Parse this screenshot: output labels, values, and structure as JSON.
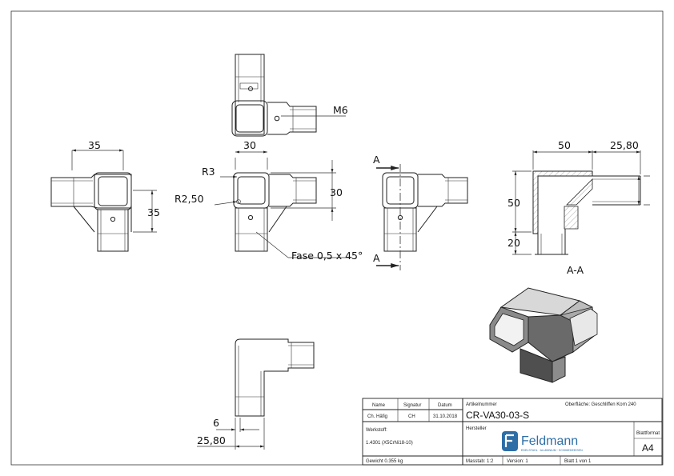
{
  "dimensions": {
    "m6": "M6",
    "top_left_35": "35",
    "top_mid_30": "30",
    "right_50": "50",
    "right_2580": "25,80",
    "r3": "R3",
    "r250": "R2,50",
    "side_30": "30",
    "left_35": "35",
    "sec_50": "50",
    "sec_20": "20",
    "fase": "Fase 0,5 x 45°",
    "section_a_top": "A",
    "section_a_bottom": "A",
    "section_label": "A-A",
    "bottom_6": "6",
    "bottom_2580": "25,80"
  },
  "title_block": {
    "name_h": "Name",
    "signatur_h": "Signatur",
    "datum_h": "Datum",
    "checked_label": "Ch. Häfig",
    "checked_sig": "CH",
    "checked_date": "31.10.2018",
    "artikelnummer_label": "Artikelnummer",
    "oberflaeche": "Oberfläche:  Geschliffen Korn 240",
    "article_number": "CR-VA30-03-S",
    "werkstoff_label": "Werkstoff:",
    "werkstoff_value": "1.4301 (X5CrNi18-10)",
    "hersteller_label": "Hersteller",
    "brand": "Feldmann",
    "brand_sub": "EDELSTAHL · ALUMINIUM · SCHMIEDEEISEN",
    "blattformat_label": "Blattformat",
    "blattformat_value": "A4",
    "gewicht": "Gewicht 0.355 kg",
    "massstab": "Masstab: 1:2",
    "version": "Version: 1",
    "blatt": "Blatt 1 von 1"
  }
}
